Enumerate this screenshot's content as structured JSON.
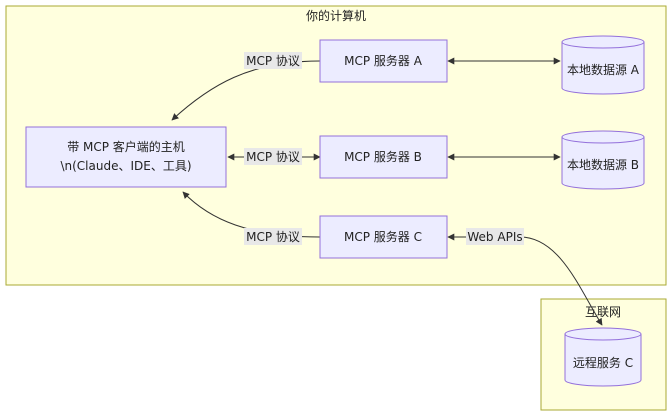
{
  "clusters": {
    "computer": {
      "title": "你的计算机"
    },
    "internet": {
      "title": "互联网"
    }
  },
  "nodes": {
    "host": {
      "line1": "带 MCP 客户端的主机",
      "line2": "\\n(Claude、IDE、工具)"
    },
    "server_a": {
      "label": "MCP 服务器 A"
    },
    "server_b": {
      "label": "MCP 服务器 B"
    },
    "server_c": {
      "label": "MCP 服务器 C"
    },
    "source_a": {
      "label": "本地数据源 A"
    },
    "source_b": {
      "label": "本地数据源 B"
    },
    "remote_c": {
      "label": "远程服务 C"
    }
  },
  "edges": {
    "protocol_a": "MCP 协议",
    "protocol_b": "MCP 协议",
    "protocol_c": "MCP 协议",
    "web_apis": "Web APIs"
  },
  "colors": {
    "cluster_fill": "#ffffde",
    "cluster_stroke": "#aaaa33",
    "node_fill": "#ececff",
    "node_stroke": "#9370db",
    "edge": "#333333",
    "edge_label_bg": "#e8e8e8"
  }
}
